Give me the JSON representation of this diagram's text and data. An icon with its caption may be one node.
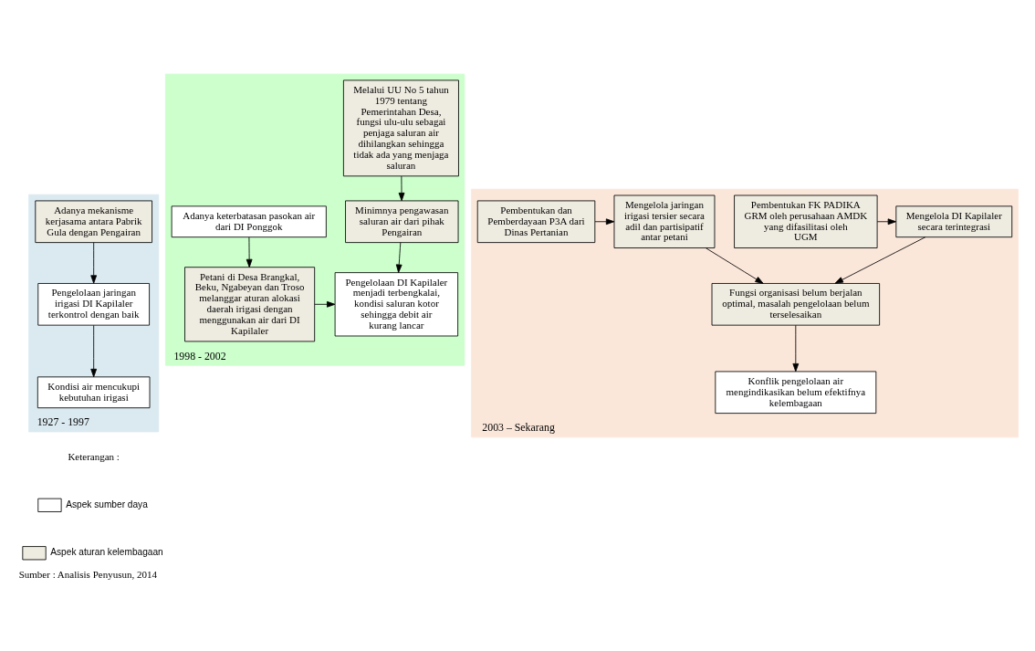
{
  "diagram": {
    "caption": "Sumber : Analisis Penyusun, 2014",
    "nodes": [
      {
        "text": [
          "1927 - 1997"
        ]
      },
      {
        "text": [
          "Adanya mekanisme kerjasama antara Pabrik Gula dengan Pengairan"
        ],
        "in": 0
      },
      {
        "text": [
          "Pengelolaan jaringan irigasi DI Kapilaler terkontrol dengan baik"
        ],
        "in": 0
      },
      {
        "text": [
          "Kondisi air mencukupi kebutuhan irigasi"
        ],
        "in": 0
      },
      {
        "text": [
          "1998 - 2002"
        ]
      },
      {
        "text": [
          "Adanya keterbatasan pasokan air dari DI Ponggok"
        ],
        "in": 4
      },
      {
        "text": [
          "Petani di Desa Brangkal, Beku, Ngabeyan dan Troso melanggar aturan alokasi daerah irigasi dengan menggunakan air dari DI Kapilaler"
        ],
        "in": 4
      },
      {
        "text": [
          "Minimnya pengawasan saluran air dari pihak Pengairan"
        ],
        "in": 4
      },
      {
        "text": [
          "Melalui UU No 5 tahun 1979 tentang Pemerintahan Desa, fungsi ulu-ulu sebagai penjaga saluran air dihilangkan sehingga tidak ada yang menjaga saluran"
        ],
        "in": 4
      },
      {
        "text": [
          "Pengelolaan DI Kapilaler menjadi terbengkalai, kondisi saluran kotor sehingga debit air kurang lancar"
        ],
        "in": 4
      },
      {
        "text": [
          "2003 – Sekarang"
        ]
      },
      {
        "text": [
          "Pembentukan FK PADIKA GRM oleh perusahaan AMDK yang difasilitasi oleh UGM"
        ],
        "in": 10
      },
      {
        "text": [
          "Mengelola DI Kapilaler secara terintegrasi"
        ],
        "in": 10
      },
      {
        "text": [
          "Pembentukan dan Pemberdayaan P3A dari Dinas Pertanian"
        ],
        "in": 10
      },
      {
        "text": [
          "Mengelola jaringan irigasi tersier secara adil dan partisipatif antar petani"
        ],
        "in": 10
      },
      {
        "text": [
          "Fungsi organisasi belum berjalan optimal, masalah pengelolaan belum terselesaikan"
        ],
        "in": 10
      },
      {
        "text": [
          "Konflik pengelolaan air mengindikasikan belum efektifnya kelembagaan"
        ],
        "in": 10
      }
    ],
    "edges": [
      {
        "from": 1,
        "to": 2,
        "arrow": "to"
      },
      {
        "from": 2,
        "to": 3,
        "arrow": "to"
      },
      {
        "from": 5,
        "to": 6,
        "arrow": "to"
      },
      {
        "from": 8,
        "to": 7,
        "arrow": "to"
      },
      {
        "from": 6,
        "to": 9,
        "arrow": "to"
      },
      {
        "from": 7,
        "to": 9,
        "arrow": "to"
      },
      {
        "from": 11,
        "to": 12,
        "arrow": "to"
      },
      {
        "from": 13,
        "to": 14,
        "arrow": "to"
      },
      {
        "from": 12,
        "to": 15,
        "arrow": "to"
      },
      {
        "from": 14,
        "to": 15,
        "arrow": "to"
      },
      {
        "from": 15,
        "to": 16,
        "arrow": "to"
      }
    ],
    "labels": [
      "Keterangan :"
    ],
    "legend": [
      {
        "text": "Aspek sumber daya",
        "color": "#ffffff"
      },
      {
        "text": "Aspek aturan kelembagaan",
        "color": "#eeebe0"
      }
    ]
  }
}
